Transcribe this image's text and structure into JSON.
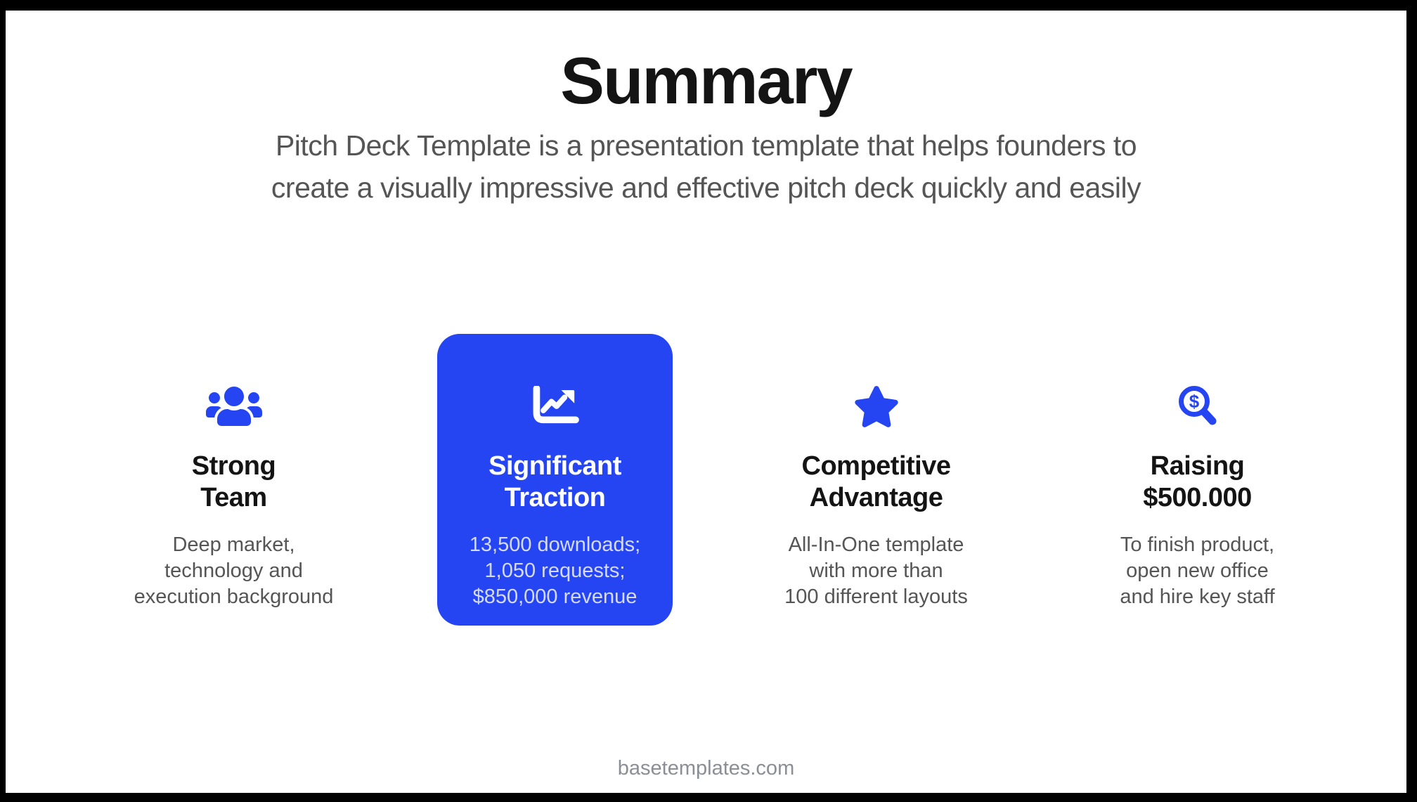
{
  "slide": {
    "title": "Summary",
    "subtitle_lines": [
      "Pitch Deck Template is a presentation template that helps founders to",
      "create a visually impressive and effective pitch deck quickly and easily"
    ],
    "footer": "basetemplates.com",
    "accent_color": "#2645F2",
    "highlight_card_color": "#2645F2",
    "background_color": "#ffffff",
    "frame_color": "#000000"
  },
  "columns": [
    {
      "icon": "users-icon",
      "highlighted": false,
      "title": [
        "Strong",
        "Team"
      ],
      "desc": [
        "Deep market,",
        "technology and",
        "execution background"
      ]
    },
    {
      "icon": "line-chart-icon",
      "highlighted": true,
      "title": [
        "Significant",
        "Traction"
      ],
      "desc": [
        "13,500 downloads;",
        "1,050 requests;",
        "$850,000 revenue"
      ]
    },
    {
      "icon": "star-icon",
      "highlighted": false,
      "title": [
        "Competitive",
        "Advantage"
      ],
      "desc": [
        "All-In-One template",
        "with more than",
        "100 different layouts"
      ]
    },
    {
      "icon": "search-dollar-icon",
      "highlighted": false,
      "title": [
        "Raising",
        "$500.000"
      ],
      "desc": [
        "To finish product,",
        "open new office",
        "and hire key staff"
      ]
    }
  ]
}
